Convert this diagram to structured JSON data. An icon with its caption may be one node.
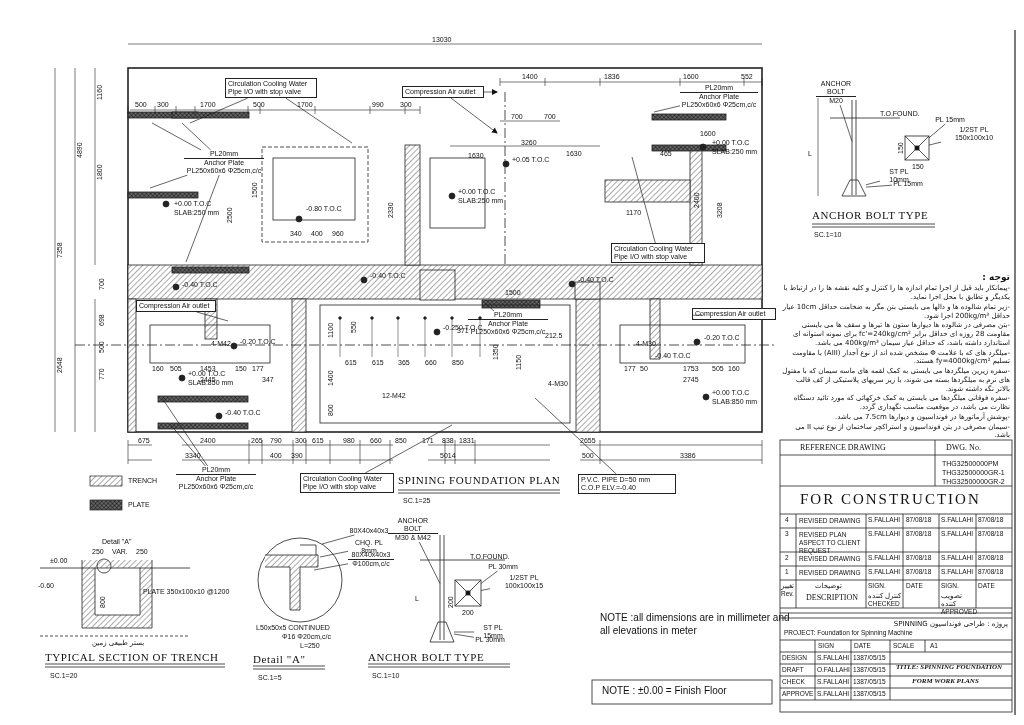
{
  "diagram": {
    "nodes": [
      {
        "text": [
          "Circulation Cooling Water Pipe I/O with stop valve"
        ]
      },
      {
        "text": [
          "Compression Air outlet"
        ]
      },
      {
        "text": [
          "PL20mm",
          "Anchor Plate PL250x60x6 Φ25cm,c/c"
        ]
      },
      {
        "text": [
          "PL20mm",
          "Anchor Plate PL250x60x6 Φ25cm,c/c"
        ]
      },
      {
        "text": [
          "Circulation Cooling Water Pipe I/O with stop valve"
        ]
      },
      {
        "text": [
          "Compression Air outlet"
        ]
      },
      {
        "text": [
          "Compression Air outlet"
        ]
      },
      {
        "text": [
          "PL20mm",
          "Anchor Plate PL250x60x6 Φ25cm,c/c"
        ]
      },
      {
        "text": [
          "PL20mm",
          "Anchor Plate PL250x60x6 Φ25cm,c/c"
        ]
      },
      {
        "text": [
          "Circulation Cooling Water Pipe I/O with stop valve"
        ]
      },
      {
        "text": [
          "P.V.C. PIPE D=50 mm",
          "C.O.P ELV.=-0.40"
        ]
      },
      {
        "text": [
          "ANCHOR BOLT",
          "M20"
        ]
      },
      {
        "text": [
          "PL 15mm"
        ]
      },
      {
        "text": [
          "1/2ST PL 150x100x10"
        ]
      },
      {
        "text": [
          "ST PL 10mm"
        ]
      },
      {
        "text": [
          "PL 15mm"
        ]
      },
      {
        "text": [
          "ANCHOR BOLT",
          "M30 & M42"
        ]
      },
      {
        "text": [
          "PL 30mm"
        ]
      },
      {
        "text": [
          "1/2ST PL 100x100x15"
        ]
      },
      {
        "text": [
          "ST PL 15mm"
        ]
      },
      {
        "text": [
          "PL 30mm"
        ]
      },
      {
        "text": [
          "80X40x40x3"
        ]
      },
      {
        "text": [
          "CHQ. PL 8mm"
        ]
      },
      {
        "text": [
          "80X40x40x3",
          "Φ100cm,c/c"
        ]
      },
      {
        "text": [],
        "shape": "bar"
      },
      {
        "text": [],
        "shape": "box"
      },
      {
        "text": [],
        "shape": "picture"
      },
      {
        "text": [],
        "shape": "bar"
      },
      {
        "text": [],
        "shape": "box"
      },
      {
        "text": [],
        "shape": "picture"
      }
    ],
    "edges": [
      {
        "from": 0,
        "to": null,
        "arrow": "none"
      },
      {
        "from": 0,
        "to": null,
        "arrow": "none"
      },
      {
        "from": 1,
        "to": null,
        "arrow": "to"
      },
      {
        "from": 1,
        "to": null,
        "arrow": "to"
      },
      {
        "from": 2,
        "to": null,
        "arrow": "none"
      },
      {
        "from": 2,
        "to": null,
        "arrow": "none"
      },
      {
        "from": 2,
        "to": null,
        "arrow": "none"
      },
      {
        "from": 2,
        "to": null,
        "arrow": "none"
      },
      {
        "from": 3,
        "to": null,
        "arrow": "none"
      },
      {
        "from": 4,
        "to": null,
        "arrow": "none"
      },
      {
        "from": 5,
        "to": null,
        "arrow": "none"
      },
      {
        "from": 6,
        "to": null,
        "arrow": "none"
      },
      {
        "from": 7,
        "to": null,
        "arrow": "none"
      },
      {
        "from": 8,
        "to": null,
        "arrow": "none"
      },
      {
        "from": 8,
        "to": null,
        "arrow": "none"
      },
      {
        "from": 9,
        "to": null,
        "arrow": "none"
      },
      {
        "from": 10,
        "to": null,
        "arrow": "none"
      },
      {
        "from": 11,
        "to": 24,
        "arrow": "none"
      },
      {
        "from": 12,
        "to": 25,
        "arrow": "none"
      },
      {
        "from": 13,
        "to": 25,
        "arrow": "none"
      },
      {
        "from": 14,
        "to": 26,
        "arrow": "none"
      },
      {
        "from": 15,
        "to": 26,
        "arrow": "none"
      },
      {
        "from": 16,
        "to": 27,
        "arrow": "none"
      },
      {
        "from": 17,
        "to": 28,
        "arrow": "none"
      },
      {
        "from": 18,
        "to": 28,
        "arrow": "none"
      },
      {
        "from": 19,
        "to": 29,
        "arrow": "none"
      },
      {
        "from": 20,
        "to": 29,
        "arrow": "none"
      },
      {
        "from": 21,
        "to": null,
        "arrow": "none"
      },
      {
        "from": 22,
        "to": null,
        "arrow": "none"
      },
      {
        "from": 23,
        "to": null,
        "arrow": "none"
      }
    ],
    "labels": [
      "13030",
      "1400",
      "1836",
      "1600",
      "552",
      "500",
      "300",
      "1700",
      "500",
      "1700",
      "990",
      "300",
      "700",
      "700",
      "3260",
      "1630",
      "1630",
      "1600",
      "465",
      "1170",
      "340",
      "400",
      "960",
      "1160",
      "1800",
      "4890",
      "7358",
      "700",
      "2648",
      "698",
      "500",
      "770",
      "2500",
      "1500",
      "2330",
      "2400",
      "3208",
      "+0.00 T.O.C",
      "SLAB:250 mm",
      "-0.80 T.O.C",
      "+0.00 T.O.C",
      "SLAB:250 mm",
      "+0.05 T.O.C",
      "+0.00 T.O.C",
      "SLAB:250 mm",
      "-0.40 T.O.C",
      "-0.40 T.O.C",
      "-0.40 T.O.C",
      "-0.250 T.O.C",
      "-0.20 T.O.C",
      "-0.40 T.O.C",
      "-0.20 T.O.C",
      "+0.00 T.O.C",
      "SLAB:850 mm",
      "-0.40 T.O.C",
      "+0.00 T.O.C",
      "SLAB:850 mm",
      "615",
      "615",
      "365",
      "660",
      "850",
      "160",
      "505",
      "1453",
      "150",
      "177",
      "2445",
      "347",
      "1753",
      "505",
      "160",
      "2745",
      "177",
      "50",
      "1500",
      "371",
      "212.5",
      "1400",
      "1100",
      "550",
      "800",
      "1350",
      "1150",
      "4-M42",
      "12-M42",
      "4-M30",
      "4-M30",
      "675",
      "2400",
      "265",
      "790",
      "300",
      "615",
      "980",
      "660",
      "850",
      "171",
      "838",
      "1831",
      "2655",
      "3340",
      "400",
      "390",
      "5014",
      "500",
      "3386",
      "SPINING FOUNDATION PLAN",
      "SC.1=25",
      "ANCHOR BOLT TYPE",
      "SC.1=10",
      "TYPICAL SECTION OF TRENCH",
      "SC.1=20",
      "Detail \"A\"",
      "SC.1=5",
      "ANCHOR BOLT TYPE",
      "SC.1=10",
      "T.O.FOUND.",
      "150",
      "150",
      "L",
      "T.O.FOUND.",
      "200",
      "200",
      "L",
      "250",
      "VAR.",
      "250",
      "±0.00",
      "-0.60",
      "PLATE 350x100x10 @1200",
      "800",
      "بستر طبیعی زمین",
      "Detail \"A\"",
      "L50x50x5 CONTINUED",
      "Φ16 Φ20cm,c/c",
      "L=250",
      "NOTE :all dimensions are in millimeter and all elevations in meter",
      "NOTE : ±0.00 = Finish Floor",
      "توجه :",
      "-پیمانکار باید قبل از اجرا تمام اندازه ها را کنترل و کلیه نقشه ها را در ارتباط با یکدیگر و تطابق با محل اجرا نماید.",
      "-زیر تمام شالوده ها و دالها می بایستی بتن مگر به ضخامت حداقل 10cm عیار حداقل 200kg/m³ اجرا شود.",
      "-بتن مصرفی در شالوده ها دیوارها ستون ها تیرها و سقف ها می بایستی مقاومت 28 روزه ای حداقل برابر fc'=240kg/cm² برای نمونه استوانه ای استاندارد داشته باشد، که حداقل عیار سیمان 400kg/m³ می باشد.",
      "-میلگرد های که با علامت Φ مشخص شده اند از نوع آجدار (AIII) با مقاومت تسلیم fy=4000kg/cm² هستند.",
      "-سفره زیرین میلگردها می بایستی به کمک لقمه های ماسه سیمان که با مفتول های نرم به میلگردها بسته می شوند، با زیر سریهای پلاستیکی از کف قالب بالاتر نگه داشته شوند.",
      "-سفره فوقانی میلگردها می بایستی به کمک خرکهائی که مورد تائید دستگاه نظارت می باشد، در موقعیت مناسب نگهداری گردد.",
      "-پوشش آرماتورها در فونداسیون و دیوارها 7.5cm می باشد.",
      "-سیمان مصرفی در بتن فونداسیون و استراکچر ساختمان از نوع تیپ II می باشد.",
      "REFERENCE DRAWING",
      "DWG. No.",
      "THG32500000PM",
      "THG32500000GR-1",
      "THG32500000GR-2",
      "FOR CONSTRUCTION",
      "4",
      "REVISED DRAWING",
      "S.FALLAHI",
      "87/08/18",
      "S.FALLAHI",
      "87/08/18",
      "3",
      "REVISED PLAN ASPECT TO CLIENT REQUEST",
      "S.FALLAHI",
      "87/08/18",
      "S.FALLAHI",
      "87/08/18",
      "2",
      "REVISED DRAWING",
      "S.FALLAHI",
      "87/08/18",
      "S.FALLAHI",
      "87/08/18",
      "1",
      "REVISED DRAWING",
      "S.FALLAHI",
      "87/08/18",
      "S.FALLAHI",
      "87/08/18",
      "تغییر Rev.",
      "توضیحات",
      "DESCRIPTION",
      "SIGN.",
      "DATE",
      "SIGN.",
      "DATE",
      "کنترل کننده CHECKED",
      "تصویب کننده APPROVED",
      "پروژه : طراحی فونداسیون SPINNING",
      "PROJECT: Foundation for Spinning Machine",
      "SIGN",
      "DATE",
      "SCALE",
      "DESIGN",
      "S.FALLAHI",
      "1387/05/15",
      "DRAFT",
      "O.FALLAHI",
      "1387/05/15",
      "CHECK",
      "S.FALLAHI",
      "1387/05/15",
      "APPROVE",
      "S.FALLAHI",
      "1387/05/15",
      "A1",
      "TITLE: SPINNING FOUNDATION",
      "FORM WORK PLANS"
    ],
    "legend": [
      {
        "text": "TRENCH"
      },
      {
        "text": "PLATE"
      }
    ]
  }
}
